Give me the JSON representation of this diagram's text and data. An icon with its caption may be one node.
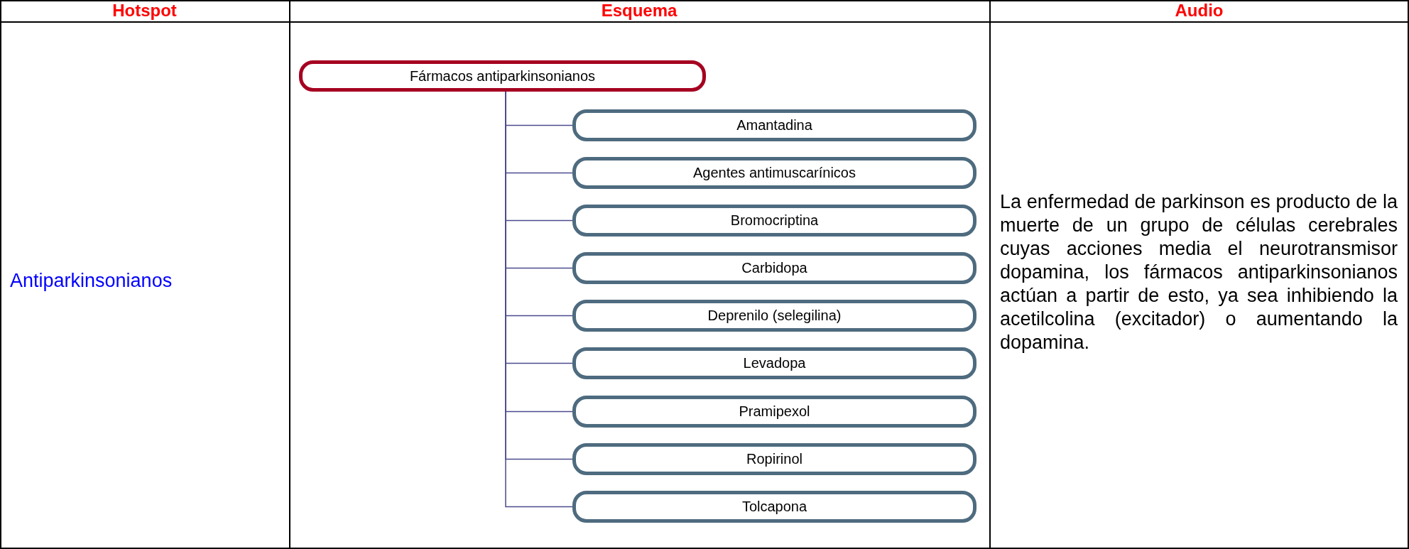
{
  "diagram": {
    "nodes": [
      {
        "text": [
          "Fármacos antiparkinsonianos"
        ]
      },
      {
        "text": [
          "Amantadina"
        ]
      },
      {
        "text": [
          "Agentes antimuscarínicos"
        ]
      },
      {
        "text": [
          "Bromocriptina"
        ]
      },
      {
        "text": [
          "Carbidopa"
        ]
      },
      {
        "text": [
          "Deprenilo (selegilina)"
        ]
      },
      {
        "text": [
          "Levadopa"
        ]
      },
      {
        "text": [
          "Pramipexol"
        ]
      },
      {
        "text": [
          "Ropirinol"
        ]
      },
      {
        "text": [
          "Tolcapona"
        ]
      }
    ],
    "edges": [
      {
        "from": 0,
        "to": 1,
        "arrow": "none"
      },
      {
        "from": 0,
        "to": 2,
        "arrow": "none"
      },
      {
        "from": 0,
        "to": 3,
        "arrow": "none"
      },
      {
        "from": 0,
        "to": 4,
        "arrow": "none"
      },
      {
        "from": 0,
        "to": 5,
        "arrow": "none"
      },
      {
        "from": 0,
        "to": 6,
        "arrow": "none"
      },
      {
        "from": 0,
        "to": 7,
        "arrow": "none"
      },
      {
        "from": 0,
        "to": 8,
        "arrow": "none"
      },
      {
        "from": 0,
        "to": 9,
        "arrow": "none"
      }
    ],
    "labels": [
      "Hotspot",
      "Esquema",
      "Audio",
      "Antiparkinsonianos",
      "La enfermedad de parkinson es producto de la muerte de un grupo de células cerebrales cuyas acciones media el neurotransmisor dopamina, los fármacos antiparkinsonianos actúan a partir de esto, ya sea inhibiendo la acetilcolina (excitador) o aumentando la dopamina."
    ]
  }
}
